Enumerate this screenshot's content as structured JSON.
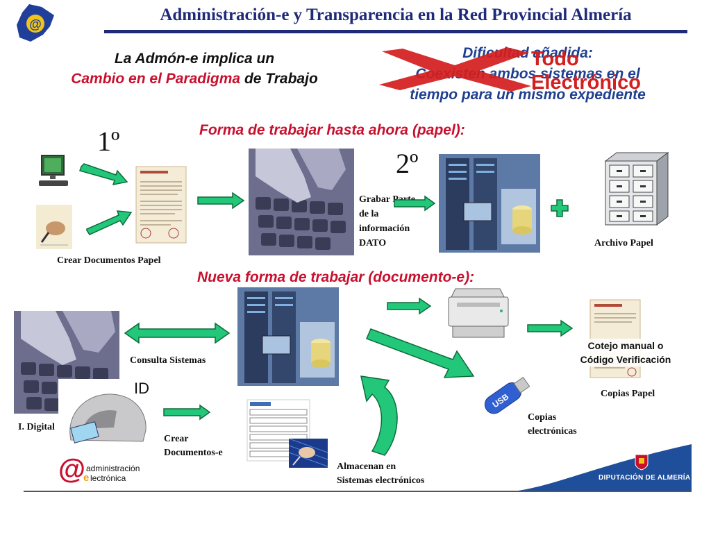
{
  "header": {
    "title": "Administración-e y Transparencia en la Red Provincial Almería",
    "logo_glyph": "@"
  },
  "paradigm": {
    "line1": "La Admón-e implica un",
    "red_part": "Cambio en el Paradigma",
    "black_part": " de Trabajo"
  },
  "difficulty": {
    "line1": "Dificultad añadida:",
    "line2": "Coexisten ambos sistemas en el",
    "line3": "tiempo para un mismo expediente",
    "stamp_line1": "Todo",
    "stamp_line2": "Electrónico"
  },
  "paper_flow": {
    "title": "Forma de trabajar hasta ahora (papel):",
    "step1": "1º",
    "step2": "2º",
    "create_docs": "Crear Documentos Papel",
    "record_line1": "Grabar Parte",
    "record_line2": "de la",
    "record_line3": "información",
    "record_line4": "DATO",
    "archive": "Archivo Papel"
  },
  "electronic_flow": {
    "title": "Nueva forma de trabajar (documento-e):",
    "consult": "Consulta Sistemas",
    "id_label": "ID",
    "digital_id": "I. Digital",
    "create_line1": "Crear",
    "create_line2": "Documentos-e",
    "store_line1": "Almacenan en",
    "store_line2": "Sistemas electrónicos",
    "verify_line1": "Cotejo manual o",
    "verify_line2": "Código Verificación",
    "paper_copies": "Copias Papel",
    "usb_label": "USB",
    "ecopies_line1": "Copias",
    "ecopies_line2": "electrónicas"
  },
  "footer": {
    "brand_glyph": "@",
    "brand_line1": "administración",
    "brand_prefix": "e",
    "brand_line2": "lectrónica",
    "org": "DIPUTACIÓN DE ALMERÍA"
  },
  "colors": {
    "navy": "#1f2a7a",
    "red": "#c8102e",
    "arrow_green": "#22c77a",
    "arrow_dark": "#0e6b3a",
    "footer_blue": "#1f4e9a"
  }
}
